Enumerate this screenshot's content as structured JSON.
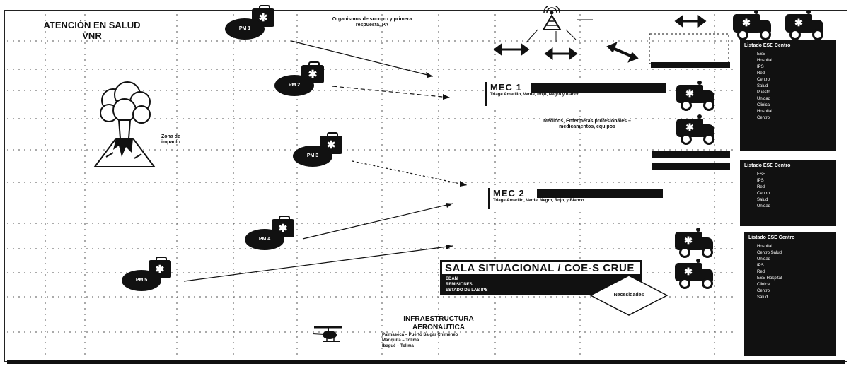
{
  "header": {
    "title_line1": "ATENCIÓN EN SALUD",
    "title_line2": "VNR"
  },
  "labels": {
    "organismos": "Organismos de socorro y primera respuesta, PA",
    "zona_impacto": "Zona de impacto",
    "medicos": "Médicos, Enfermeras profesionales – medicamentos, equipos"
  },
  "puestos": [
    {
      "label": "PM 1"
    },
    {
      "label": "PM 2"
    },
    {
      "label": "PM 3"
    },
    {
      "label": "PM 4"
    },
    {
      "label": "PM 5"
    }
  ],
  "mec1": {
    "title": "MEC 1",
    "triage": "Triage Amarillo, Verde, Rojo, Negro y blanco"
  },
  "mec2": {
    "title": "MEC 2",
    "triage": "Triage Amarillo, Verde, Negro, Rojo, y Blanco"
  },
  "sala": {
    "title": "SALA SITUACIONAL / COE-S CRUE",
    "items": [
      "EDAN",
      "REMISIONES",
      "ESTADO DE LAS IPS"
    ]
  },
  "diamond_label": "Necesidades",
  "infra": {
    "title_line1": "INFRAESTRUCTURA",
    "title_line2": "AERONAUTICA",
    "items": [
      "Palmaseca – Puerto Salgar Chimeneo",
      "Mariquita – Tolima",
      "Ibagué – Tolima"
    ]
  },
  "panels": [
    {
      "title": "Listado ESE Centro",
      "items": [
        "ESE",
        "Hospital",
        "IPS",
        "Red",
        "Centro",
        "Salud",
        "Puesto",
        "Unidad",
        "Clinica",
        "Hospital",
        "Centro"
      ]
    },
    {
      "title": "Listado ESE Centro",
      "items": [
        "ESE",
        "IPS",
        "Red",
        "Centro",
        "Salud",
        "Unidad"
      ]
    },
    {
      "title": "Listado ESE Centro",
      "items": [
        "Hospital",
        "Centro Salud",
        "Unidad",
        "IPS",
        "Red",
        "ESE Hospital",
        "Clinica",
        "Centro",
        "Salud"
      ]
    }
  ],
  "icons": {
    "medical_kit": "medical-kit-icon",
    "ambulance": "ambulance-icon",
    "volcano": "volcano-icon",
    "antenna": "antenna-icon",
    "helicopter": "helicopter-icon"
  }
}
